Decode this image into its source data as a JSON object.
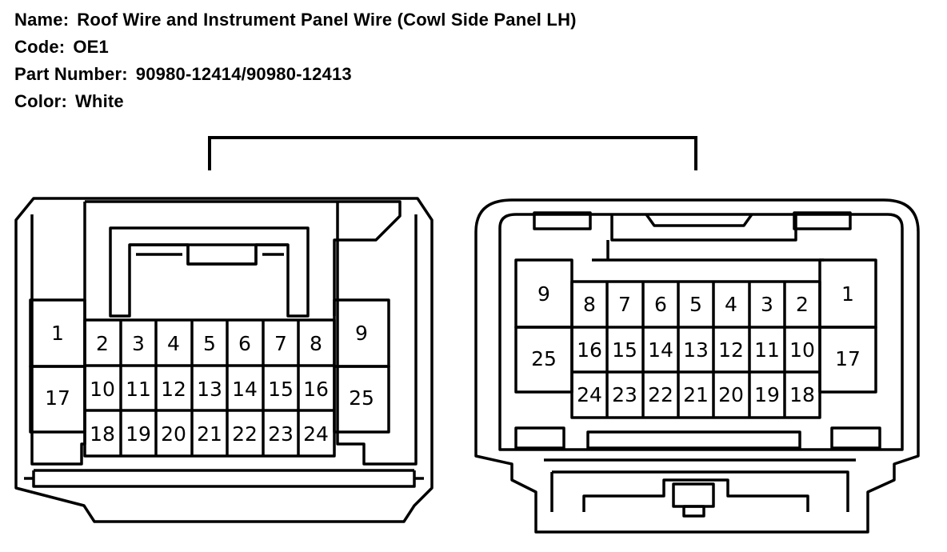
{
  "header": {
    "name_label": "Name:",
    "name_value": "Roof Wire and Instrument Panel Wire (Cowl Side Panel LH)",
    "code_label": "Code:",
    "code_value": "OE1",
    "part_label": "Part Number:",
    "part_value": "90980-12414/90980-12413",
    "color_label": "Color:",
    "color_value": "White"
  },
  "left_connector": {
    "pins": [
      "1",
      "2",
      "3",
      "4",
      "5",
      "6",
      "7",
      "8",
      "9",
      "10",
      "11",
      "12",
      "13",
      "14",
      "15",
      "16",
      "17",
      "18",
      "19",
      "20",
      "21",
      "22",
      "23",
      "24",
      "25"
    ]
  },
  "right_connector": {
    "pins": [
      "9",
      "8",
      "7",
      "6",
      "5",
      "4",
      "3",
      "2",
      "1",
      "25",
      "16",
      "15",
      "14",
      "13",
      "12",
      "11",
      "10",
      "17",
      "24",
      "23",
      "22",
      "21",
      "20",
      "19",
      "18"
    ]
  }
}
